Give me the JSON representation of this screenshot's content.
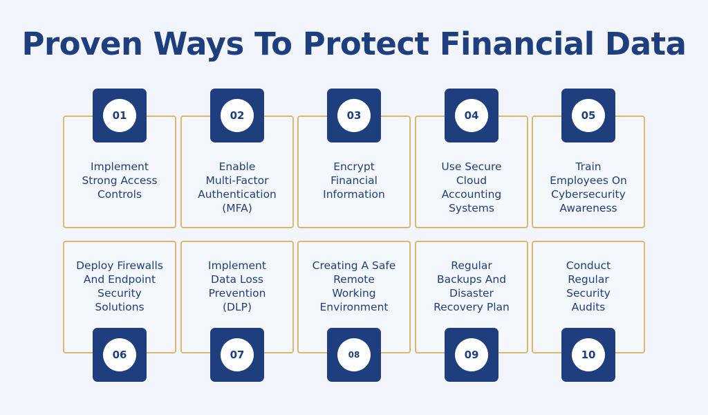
{
  "title": "Proven Ways To Protect Financial Data",
  "steps": [
    {
      "number": "01",
      "lines": [
        "Implement",
        "Strong Access",
        "Controls"
      ]
    },
    {
      "number": "02",
      "lines": [
        "Enable",
        "Multi-Factor",
        "Authentication",
        "(MFA)"
      ]
    },
    {
      "number": "03",
      "lines": [
        "Encrypt",
        "Financial",
        "Information"
      ]
    },
    {
      "number": "04",
      "lines": [
        "Use Secure",
        "Cloud",
        "Accounting",
        "Systems"
      ]
    },
    {
      "number": "05",
      "lines": [
        "Train",
        "Employees On",
        "Cybersecurity",
        "Awareness"
      ]
    },
    {
      "number": "06",
      "lines": [
        "Deploy Firewalls",
        "And Endpoint",
        "Security",
        "Solutions"
      ]
    },
    {
      "number": "07",
      "lines": [
        "Implement",
        "Data Loss",
        "Prevention",
        "(DLP)"
      ]
    },
    {
      "number": "08",
      "lines": [
        "Creating A Safe",
        "Remote",
        "Working",
        "Environment"
      ]
    },
    {
      "number": "09",
      "lines": [
        "Regular",
        "Backups And",
        "Disaster",
        "Recovery Plan"
      ]
    },
    {
      "number": "10",
      "lines": [
        "Conduct",
        "Regular",
        "Security",
        "Audits"
      ]
    }
  ],
  "colors": {
    "primary": "#1f3e7e",
    "border": "#dcb96a",
    "background": "#f2f6fc",
    "badge_text_bg": "#ffffff"
  }
}
